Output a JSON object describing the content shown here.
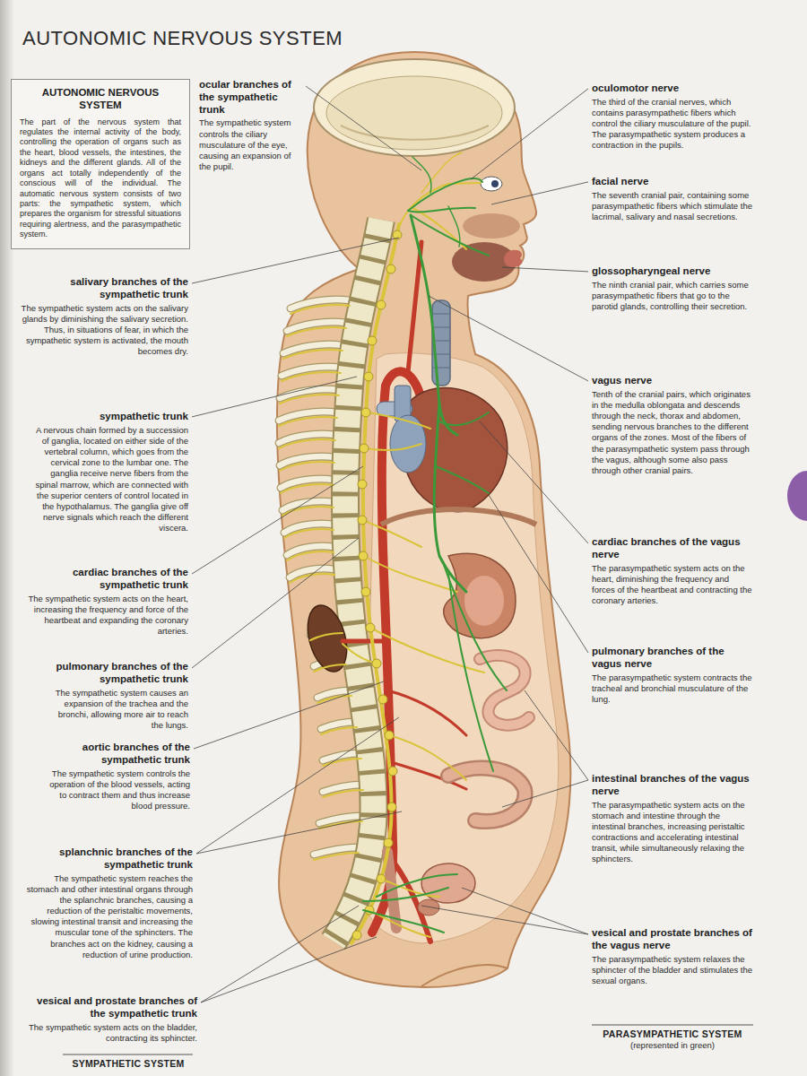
{
  "diagram": {
    "title": "AUTONOMIC NERVOUS SYSTEM",
    "nodes": [
      {
        "text": [
          "AUTONOMIC NERVOUS SYSTEM",
          "The part of the nervous system that regulates the internal activity of the body, controlling the operation of organs such as the heart, blood vessels, the intestines, the kidneys and the different glands. All of the organs act totally independently of the conscious will of the individual. The automatic nervous system consists of two parts: the sympathetic system, which prepares the organism for stressful situations requiring alertness, and the parasympathetic system."
        ]
      }
    ],
    "labels": [
      "ocular branches of the sympathetic trunk",
      "The sympathetic system controls the ciliary musculature of the eye, causing an expansion of the pupil.",
      "salivary branches of the sympathetic trunk",
      "The sympathetic system acts on the salivary glands by diminishing the salivary secretion. Thus, in situations of fear, in which the sympathetic system is activated, the mouth becomes dry.",
      "sympathetic trunk",
      "A nervous chain formed by a succession of ganglia, located on either side of the vertebral column, which goes from the cervical zone to the lumbar one. The ganglia receive nerve fibers from the spinal marrow, which are connected with the superior centers of control located in the hypothalamus. The ganglia give off nerve signals which reach the different viscera.",
      "cardiac branches of the sympathetic trunk",
      "The sympathetic system acts on the heart, increasing the frequency and force of the heartbeat and expanding the coronary arteries.",
      "pulmonary branches of the sympathetic trunk",
      "The sympathetic system causes an expansion of the trachea and the bronchi, allowing more air to reach the lungs.",
      "aortic branches of the sympathetic trunk",
      "The sympathetic system controls the operation of the blood vessels, acting to contract them and thus increase blood pressure.",
      "splanchnic branches of the sympathetic trunk",
      "The sympathetic system reaches the stomach and other intestinal organs through the splanchnic branches, causing a reduction of the peristaltic movements, slowing intestinal transit and increasing the muscular tone of the sphincters. The branches act on the kidney, causing a reduction of urine production.",
      "vesical and prostate branches of the sympathetic trunk",
      "The sympathetic system acts on the bladder, contracting its sphincter.",
      "SYMPATHETIC SYSTEM",
      "oculomotor nerve",
      "The third of the cranial nerves, which contains parasympathetic fibers which control the ciliary musculature of the pupil. The parasympathetic system produces a contraction in the pupils.",
      "facial nerve",
      "The seventh cranial pair, containing some parasympathetic fibers which stimulate the lacrimal, salivary and nasal secretions.",
      "glossopharyngeal nerve",
      "The ninth cranial pair, which carries some parasympathetic fibers that go to the parotid glands, controlling their secretion.",
      "vagus nerve",
      "Tenth of the cranial pairs, which originates in the medulla oblongata and descends through the neck, thorax and abdomen, sending nervous branches to the different organs of the zones. Most of the fibers of the parasympathetic system pass through the vagus, although some also pass through other cranial pairs.",
      "cardiac branches of the vagus nerve",
      "The parasympathetic system acts on the heart, diminishing the frequency and forces of the heartbeat and contracting the coronary arteries.",
      "pulmonary branches of the vagus nerve",
      "The parasympathetic system contracts the tracheal and bronchial musculature of the lung.",
      "intestinal branches of the vagus nerve",
      "The parasympathetic system acts on the stomach and intestine through the intestinal branches, increasing peristaltic contractions and accelerating intestinal transit, while simultaneously relaxing the sphincters.",
      "vesical and prostate branches of the vagus nerve",
      "The parasympathetic system relaxes the sphincter of the bladder and stimulates the sexual organs.",
      "PARASYMPATHETIC SYSTEM",
      "(represented in green)"
    ]
  }
}
